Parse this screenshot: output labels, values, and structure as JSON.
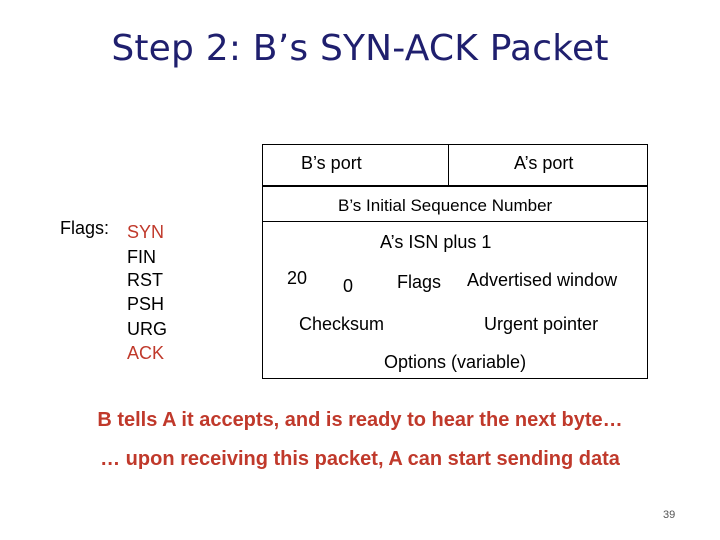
{
  "title": "Step 2: B’s SYN-ACK Packet",
  "packet": {
    "src_port": "B’s port",
    "dst_port": "A’s port",
    "seq": "B’s Initial Sequence Number",
    "ack": "A’s ISN plus 1",
    "hdr_len": "20",
    "reserved": "0",
    "flags": "Flags",
    "window": "Advertised window",
    "checksum": "Checksum",
    "urgent": "Urgent pointer",
    "options": "Options (variable)"
  },
  "flags_list": {
    "label": "Flags:",
    "items": [
      "SYN",
      "FIN",
      "RST",
      "PSH",
      "URG",
      "ACK"
    ],
    "highlighted": [
      "SYN",
      "ACK"
    ],
    "highlight_color": "#c0392b"
  },
  "footer": {
    "line1": "B tells A it accepts, and is ready to hear the next byte…",
    "line2": "… upon receiving this packet, A can start sending data"
  },
  "page_number": "39"
}
